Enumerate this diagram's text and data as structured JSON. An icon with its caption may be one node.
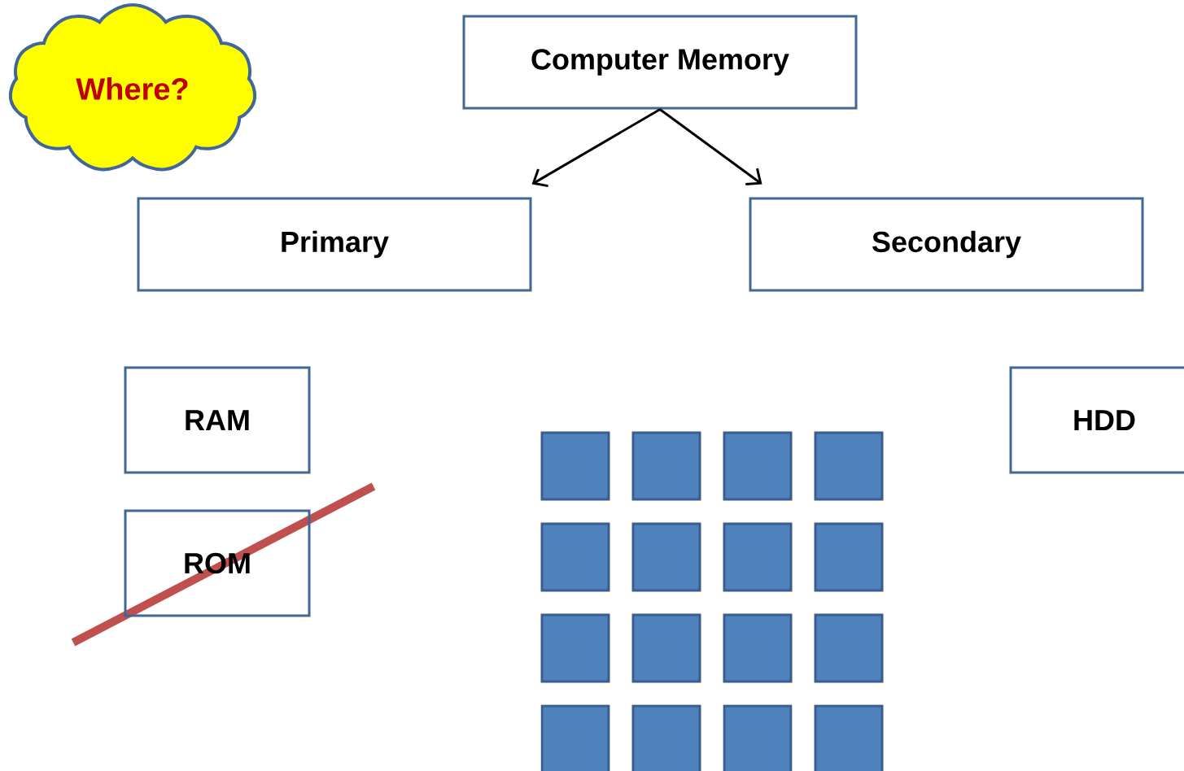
{
  "diagram": {
    "nodes": [
      {
        "text": [
          "Where?"
        ]
      },
      {
        "text": [
          "Computer Memory"
        ]
      },
      {
        "text": [
          "Primary"
        ]
      },
      {
        "text": [
          "Secondary"
        ]
      },
      {
        "text": [
          "RAM"
        ]
      },
      {
        "text": [
          "ROM"
        ]
      },
      {
        "text": [
          "HDD"
        ]
      },
      {
        "text": [],
        "shape": "box"
      },
      {
        "text": [],
        "shape": "box"
      },
      {
        "text": [],
        "shape": "box"
      },
      {
        "text": [],
        "shape": "box"
      },
      {
        "text": [],
        "shape": "box"
      },
      {
        "text": [],
        "shape": "box"
      },
      {
        "text": [],
        "shape": "box"
      },
      {
        "text": [],
        "shape": "box"
      },
      {
        "text": [],
        "shape": "box"
      },
      {
        "text": [],
        "shape": "box"
      },
      {
        "text": [],
        "shape": "box"
      },
      {
        "text": [],
        "shape": "box"
      },
      {
        "text": [],
        "shape": "box"
      },
      {
        "text": [],
        "shape": "box"
      },
      {
        "text": [],
        "shape": "box"
      },
      {
        "text": [],
        "shape": "box"
      }
    ],
    "edges": [
      {
        "from": 1,
        "to": 2,
        "arrow": "to"
      },
      {
        "from": 1,
        "to": 3,
        "arrow": "to"
      }
    ]
  }
}
